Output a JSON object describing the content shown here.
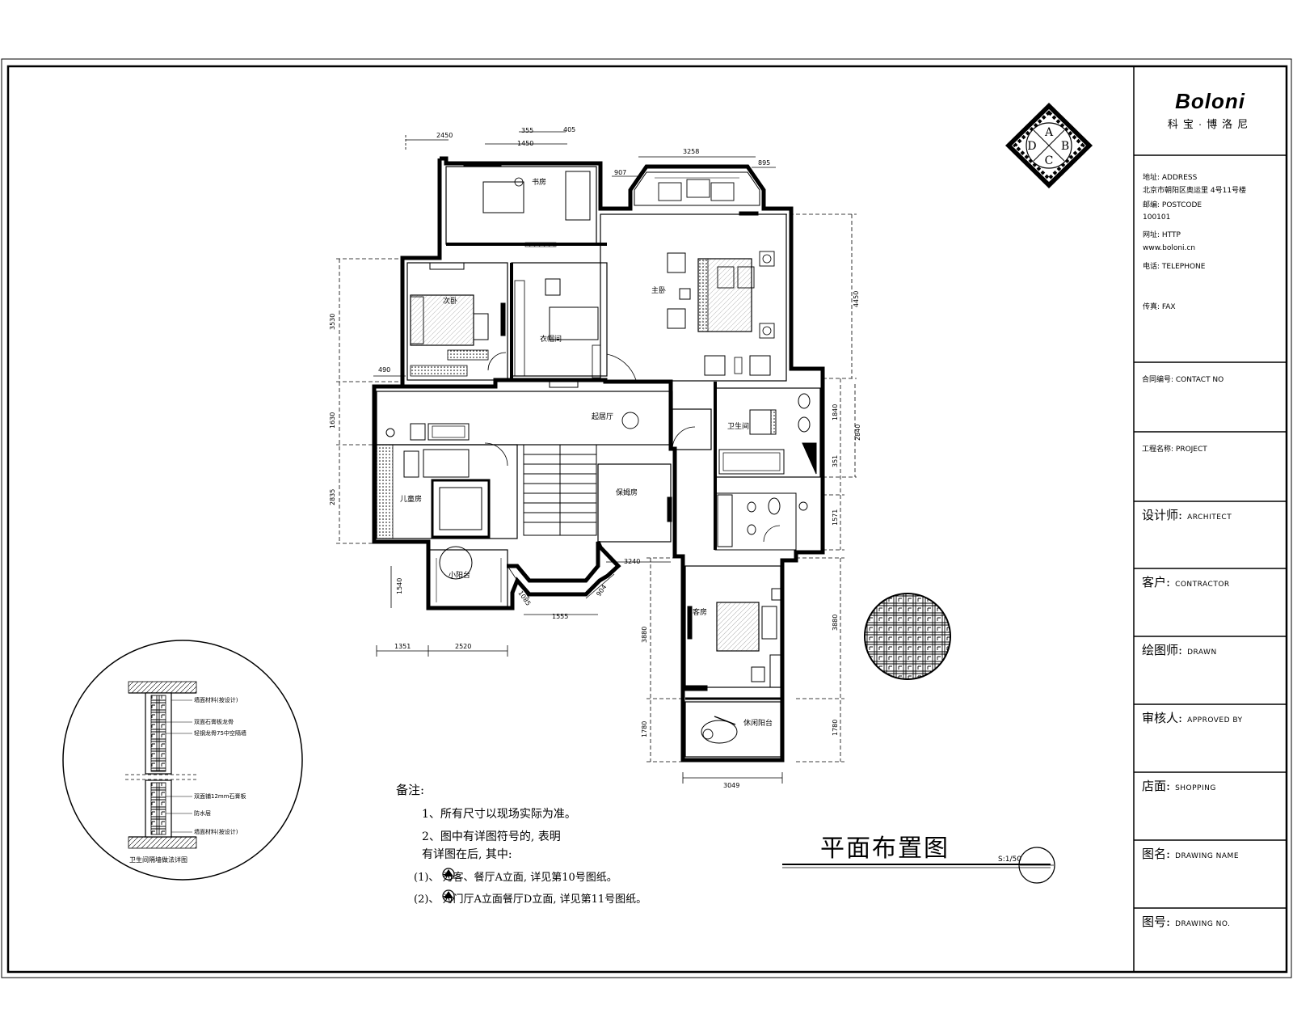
{
  "title_block": {
    "logo_en": "Boloni",
    "logo_cn": "科宝·博洛尼",
    "address_label": "地址: ADDRESS",
    "address_value": "北京市朝阳区奥运里  4号11号楼",
    "postcode_label": "邮编: POSTCODE",
    "postcode_value": "100101",
    "website_label": "网址: HTTP",
    "website_value": "www.boloni.cn",
    "phone_label": "电话: TELEPHONE",
    "fax_label": "传真: FAX",
    "contract_no": "合同编号: CONTACT NO",
    "project": "工程名称: PROJECT",
    "architect_cn": "设计师:",
    "architect_en": "ARCHITECT",
    "contractor_cn": "客户:",
    "contractor_en": "CONTRACTOR",
    "drawn_cn": "绘图师:",
    "drawn_en": "DRAWN",
    "approved_cn": "审核人:",
    "approved_en": "APPROVED BY",
    "shop_cn": "店面:",
    "shop_en": "SHOPPING",
    "drawing_name_cn": "图名:",
    "drawing_name_en": "DRAWING NAME",
    "drawing_no_cn": "图号:",
    "drawing_no_en": "DRAWING NO."
  },
  "compass": {
    "letters": [
      "A",
      "B",
      "C",
      "D"
    ]
  },
  "drawing": {
    "title": "平面布置图",
    "scale": "S:1/50"
  },
  "dimensions": {
    "top": [
      "2450",
      "355",
      "1450",
      "405",
      "3258",
      "895",
      "907"
    ],
    "left": [
      "3530",
      "490",
      "1630",
      "2835"
    ],
    "right": [
      "4450",
      "1840",
      "2840",
      "351",
      "1571",
      "3880",
      "1780"
    ],
    "bottom": [
      "1540",
      "1351",
      "2520",
      "3240",
      "1555",
      "1085",
      "904",
      "3049",
      "3880",
      "1780"
    ]
  },
  "rooms": {
    "study": "书房",
    "master_bedroom": "主卧",
    "cloakroom": "衣帽间",
    "secondary_bedroom": "次卧",
    "child_room": "儿童房",
    "small_balcony": "小阳台",
    "bathroom": "卫生间",
    "guest_room": "客房",
    "living": "起居厅",
    "maid_room": "保姆房",
    "leisure_balcony": "休闲阳台"
  },
  "notes": {
    "heading": "备注:",
    "line1": "1、所有尺寸以现场实际为准。",
    "line2": "2、图中有详图符号的, 表明",
    "line3": "有详图在后, 其中:",
    "line4": "(1)、   为客、餐厅A立面, 详见第10号图纸。",
    "line5": "(2)、   为门厅A立面餐厅D立面, 详见第11号图纸。"
  },
  "wall_detail": {
    "caption": "卫生间隔墙做法详图",
    "callout1": "墙面材料(按设计)",
    "callout2": "双面石膏板龙骨",
    "callout3": "轻钢龙骨75中空隔墙",
    "callout4": "双面铺12mm石膏板",
    "callout5": "防水层",
    "callout6": "墙面材料(按设计)"
  }
}
